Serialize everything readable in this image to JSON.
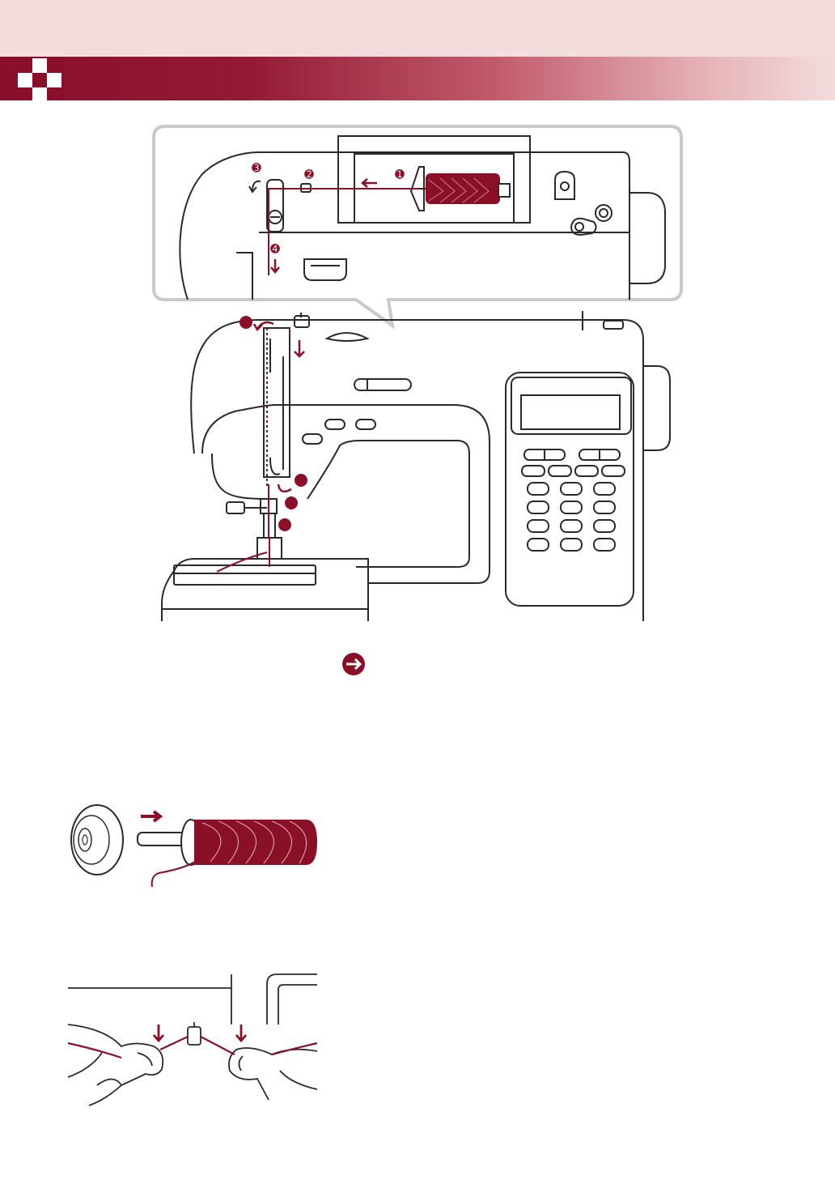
{
  "header": {
    "title": ""
  },
  "zoom_callout": {
    "step_markers": [
      "➊",
      "➋",
      "➌",
      "➍"
    ]
  },
  "colors": {
    "accent": "#8a1028",
    "header_band": "#f3dcdc",
    "line": "#2a2a2a"
  },
  "icons": [
    "next-page-arrow-icon",
    "threading-arrow-icon"
  ]
}
